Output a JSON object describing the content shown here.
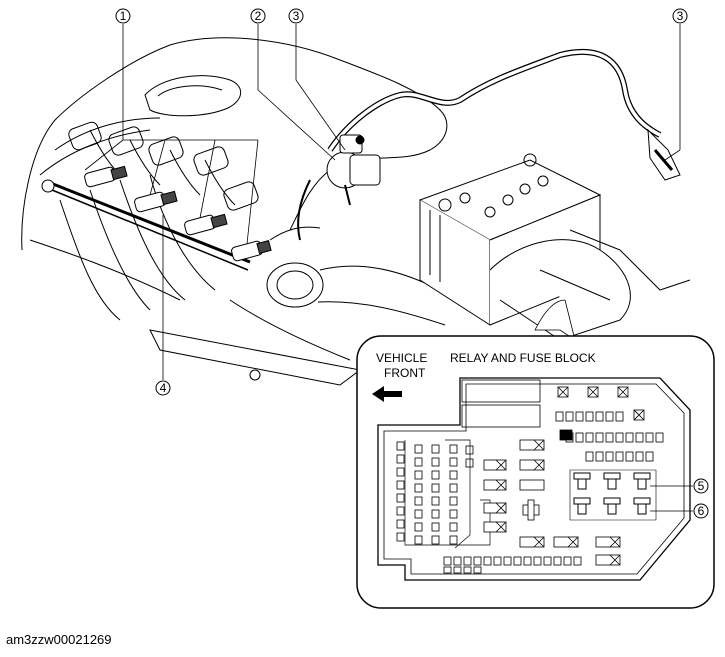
{
  "callouts": [
    {
      "label": "1",
      "meaning": ""
    },
    {
      "label": "2",
      "meaning": ""
    },
    {
      "label": "3",
      "meaning": ""
    },
    {
      "label": "3",
      "meaning": ""
    },
    {
      "label": "4",
      "meaning": ""
    },
    {
      "label": "5",
      "meaning": ""
    },
    {
      "label": "6",
      "meaning": ""
    }
  ],
  "inset": {
    "direction_label_line1": "VEHICLE",
    "direction_label_line2": "FRONT",
    "title": "RELAY AND FUSE BLOCK"
  },
  "caption": "am3zzw00021269"
}
